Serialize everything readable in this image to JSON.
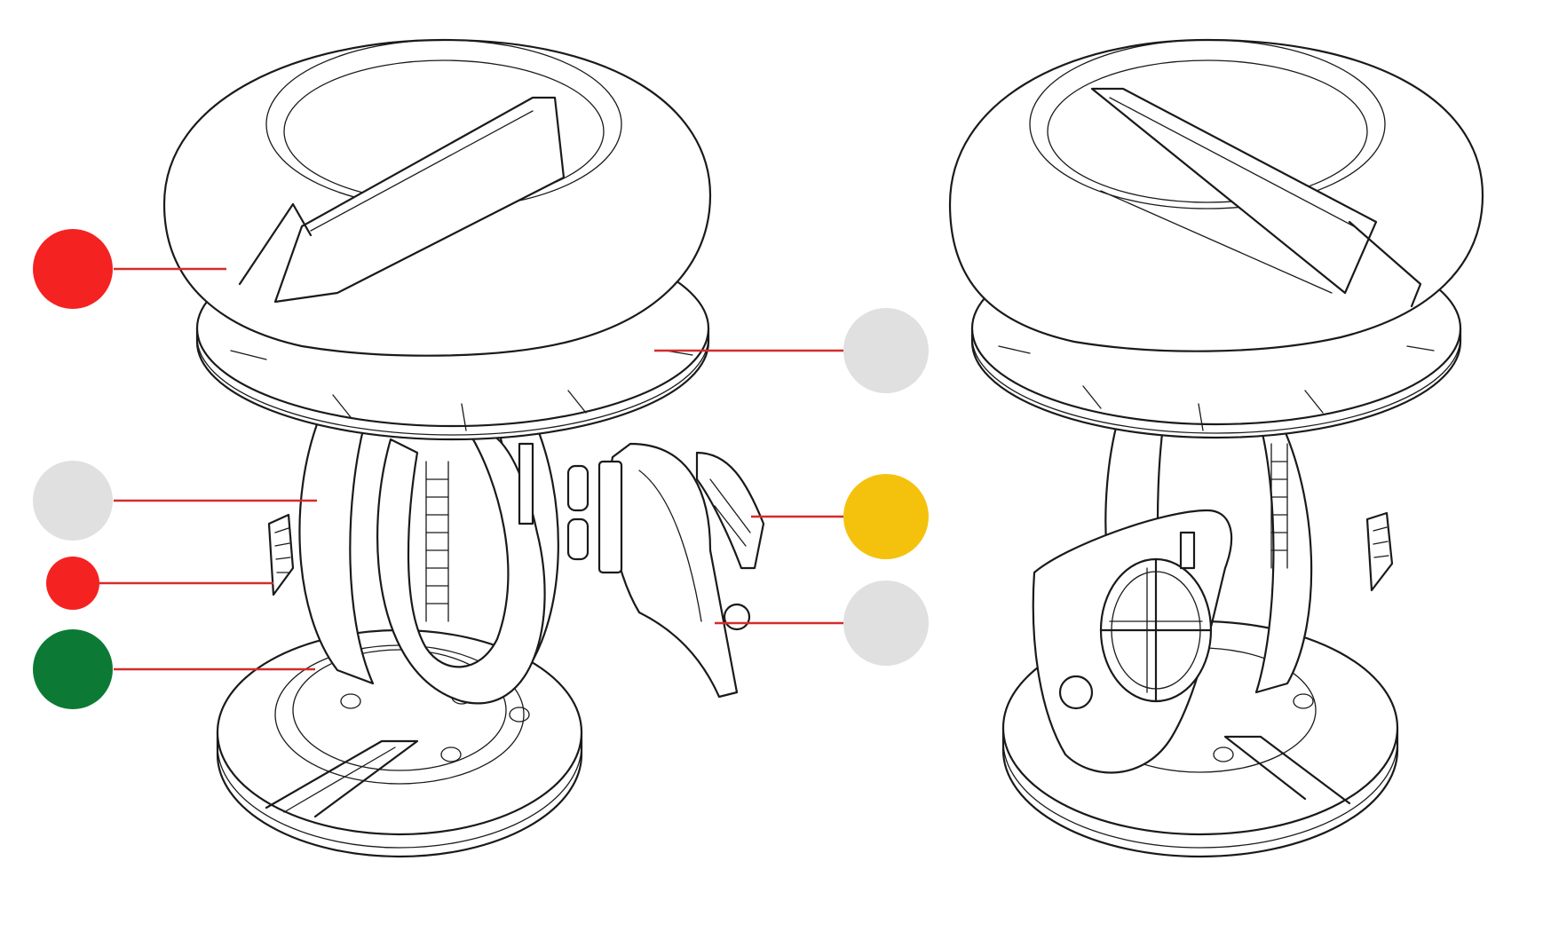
{
  "colors": {
    "background": "#ffffff",
    "line_art": "#1a1a1a",
    "leader_line": "#d62b2b",
    "red": "#f52222",
    "grey": "#e0e0e0",
    "yellow": "#f4c20d",
    "green": "#0c7a35"
  },
  "callouts": [
    {
      "id": "callout-left-1",
      "color": "red"
    },
    {
      "id": "callout-left-2",
      "color": "grey"
    },
    {
      "id": "callout-left-3",
      "color": "red"
    },
    {
      "id": "callout-left-4",
      "color": "green"
    },
    {
      "id": "callout-right-1",
      "color": "grey"
    },
    {
      "id": "callout-right-2",
      "color": "yellow"
    },
    {
      "id": "callout-right-3",
      "color": "grey"
    }
  ]
}
